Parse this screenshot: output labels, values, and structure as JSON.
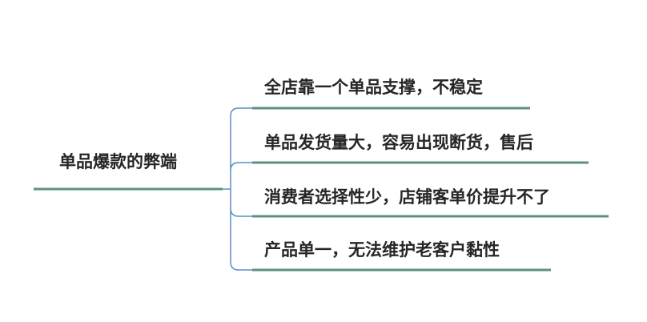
{
  "root": {
    "label": "单品爆款的弊端"
  },
  "branches": [
    {
      "label": "全店靠一个单品支撑，不稳定"
    },
    {
      "label": "单品发货量大，容易出现断货，售后"
    },
    {
      "label": "消费者选择性少，店铺客单价提升不了"
    },
    {
      "label": "产品单一，无法维护老客户黏性"
    }
  ],
  "colors": {
    "underline": "#5f8f83",
    "connector": "#5b8ec7",
    "text": "#262626"
  }
}
